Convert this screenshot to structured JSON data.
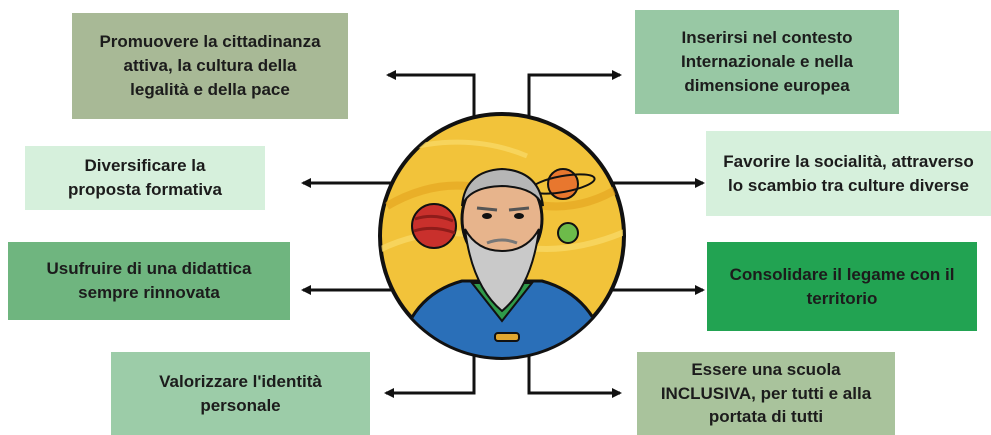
{
  "colors": {
    "olive": "#a8b996",
    "mint": "#98c8a4",
    "pale_mint": "#d6f0dc",
    "medium_green": "#6fb57f",
    "dark_green": "#22a352",
    "sage": "#a9c39c",
    "light_green": "#9ccca8",
    "line": "#111111",
    "medallion_bg": "#f2c33a",
    "medallion_ring": "#111111"
  },
  "boxes": {
    "top_left": "Promuovere la cittadinanza\nattiva, la cultura della\nlegalità e della pace",
    "top_right": "Inserirsi nel contesto\nInternazionale e nella\ndimensione europea",
    "mid_left_upper": "Diversificare la\nproposta formativa",
    "mid_right_upper": "Favorire la socialità, attraverso\nlo scambio tra culture diverse",
    "mid_left_lower": "Usufruire di una didattica\nsempre rinnovata",
    "mid_right_lower": "Consolidare il legame con il\nterritorio",
    "bottom_left": "Valorizzare l'identità\npersonale",
    "bottom_right": "Essere una scuola\nINCLUSIVA, per tutti e alla\nportata di tutti"
  },
  "center_image": "galileo-portrait-with-planets"
}
